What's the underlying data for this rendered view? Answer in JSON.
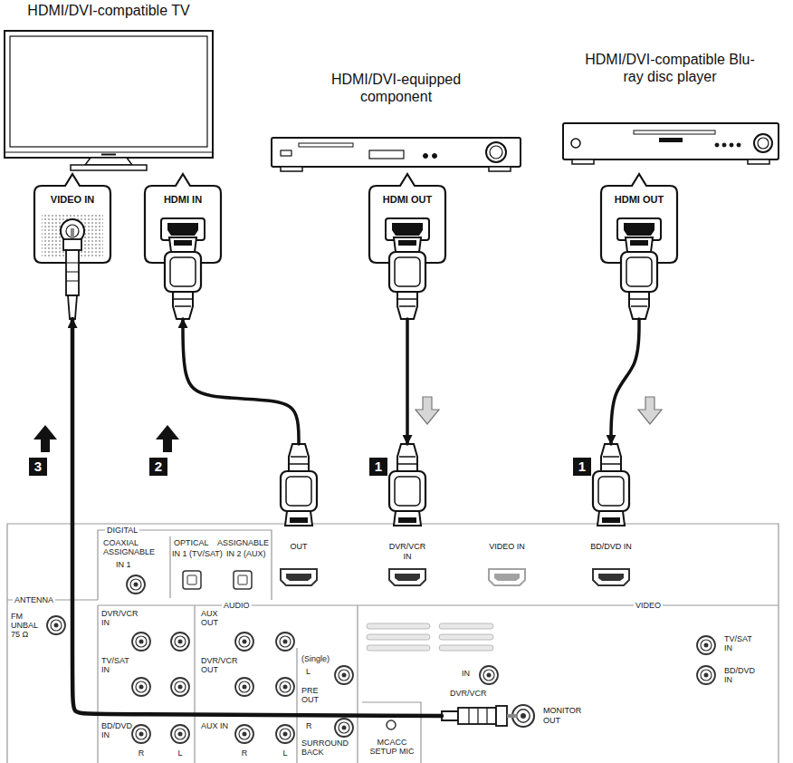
{
  "diagram": {
    "nodes": [
      {
        "text": [
          "HDMI/DVI-compatible TV"
        ]
      },
      {
        "text": [
          "HDMI/DVI-equipped component"
        ]
      },
      {
        "text": [
          "HDMI/DVI-compatible Blu-ray disc player"
        ]
      },
      {
        "text": [
          "VIDEO IN"
        ]
      },
      {
        "text": [
          "HDMI IN"
        ]
      },
      {
        "text": [
          "HDMI OUT"
        ]
      },
      {
        "text": [
          "HDMI OUT"
        ]
      },
      {
        "text": [
          "OUT"
        ]
      },
      {
        "text": [
          "DVR/VCR IN"
        ]
      },
      {
        "text": [
          "VIDEO IN"
        ]
      },
      {
        "text": [
          "BD/DVD IN"
        ]
      },
      {
        "text": [
          "MONITOR OUT"
        ]
      }
    ],
    "edges": [
      {
        "from": 5,
        "to": 8,
        "arrow": "to"
      },
      {
        "from": 6,
        "to": 10,
        "arrow": "to"
      },
      {
        "from": 7,
        "to": 4,
        "arrow": "to"
      },
      {
        "from": 11,
        "to": 3,
        "arrow": "to"
      }
    ],
    "labels": [
      "3",
      "2",
      "1",
      "1",
      "DIGITAL",
      "COAXIAL ASSIGNABLE",
      "IN 1",
      "OPTICAL",
      "ASSIGNABLE",
      "IN 1 (TV/SAT)",
      "IN 2 (AUX)",
      "ANTENNA",
      "FM UNBAL 75 Ω",
      "AUDIO",
      "VIDEO",
      "DVR/VCR IN",
      "TV/SAT IN",
      "BD/DVD IN",
      "R",
      "L",
      "AUX OUT",
      "DVR/VCR OUT",
      "AUX IN",
      "R",
      "L",
      "(Single)",
      "L",
      "PRE OUT",
      "R",
      "SURROUND BACK",
      "MCACC SETUP MIC",
      "IN",
      "DVR/VCR",
      "TV/SAT IN",
      "BD/DVD IN"
    ]
  }
}
